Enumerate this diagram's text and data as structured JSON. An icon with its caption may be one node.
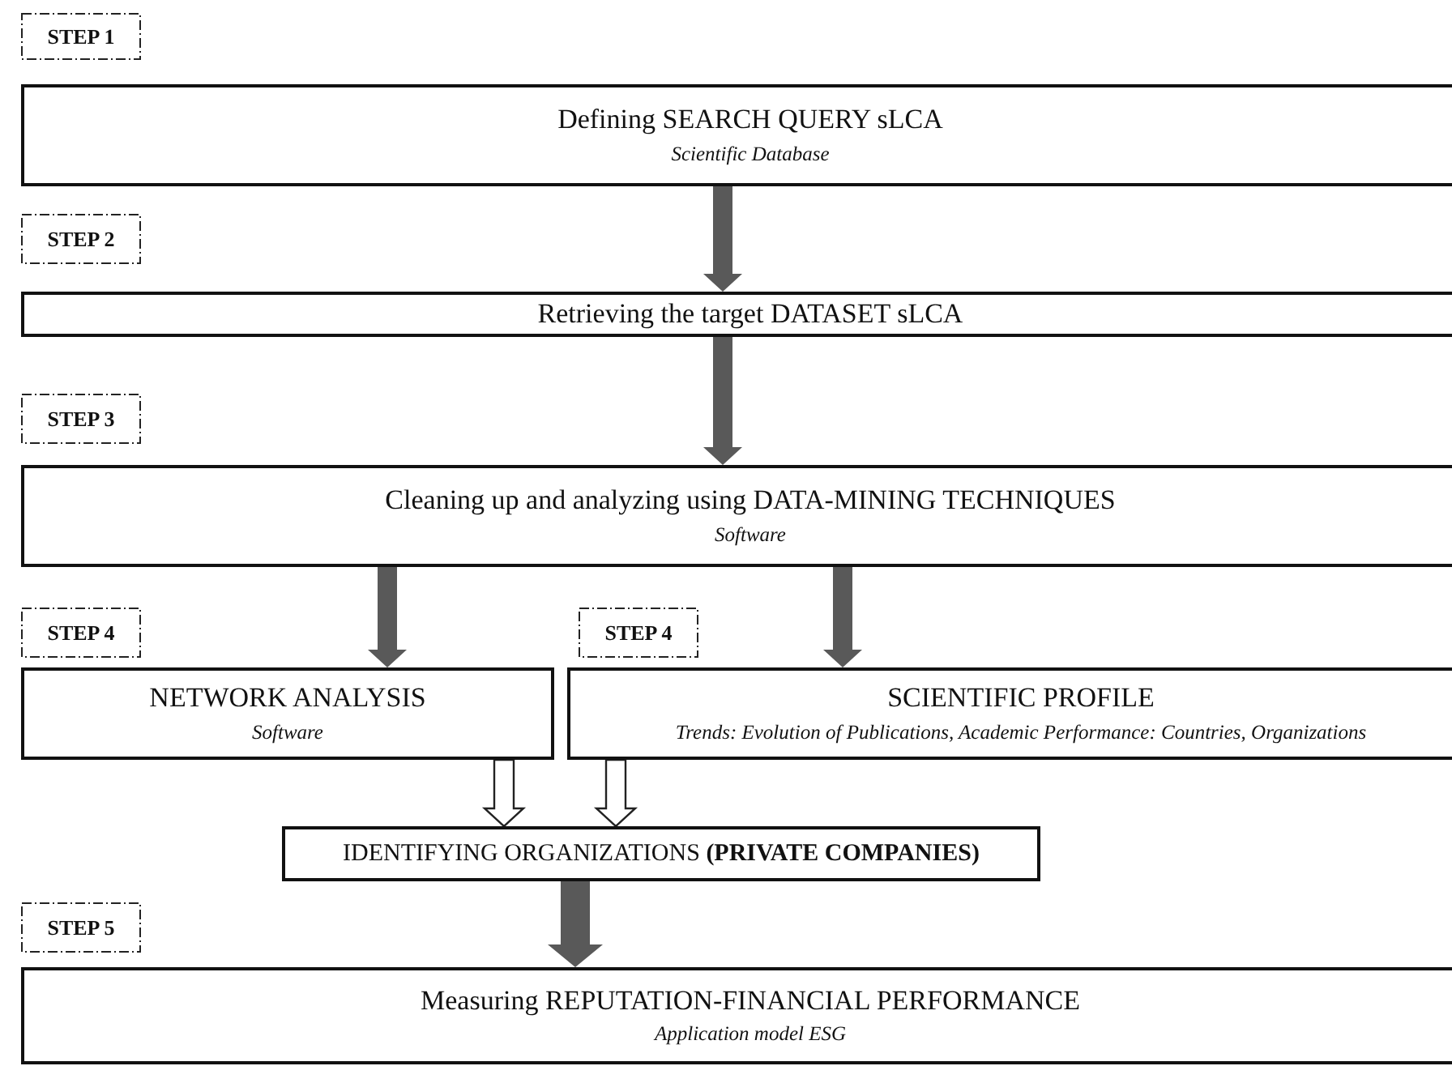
{
  "diagram": {
    "nodes": [
      {
        "text": [
          "STEP 1"
        ]
      },
      {
        "text": [
          "Defining SEARCH QUERY sLCA",
          "Scientific Database"
        ]
      },
      {
        "text": [
          "STEP 2"
        ]
      },
      {
        "text": [
          "Retrieving the target DATASET sLCA"
        ]
      },
      {
        "text": [
          "STEP 3"
        ]
      },
      {
        "text": [
          "Cleaning up and analyzing using DATA-MINING TECHNIQUES",
          "Software"
        ]
      },
      {
        "text": [
          "STEP 4"
        ]
      },
      {
        "text": [
          "STEP 4"
        ]
      },
      {
        "text": [
          "NETWORK ANALYSIS",
          "Software"
        ]
      },
      {
        "text": [
          "SCIENTIFIC PROFILE",
          "Trends: Evolution of Publications, Academic Performance: Countries, Organizations"
        ]
      },
      {
        "text": [
          "IDENTIFYING ORGANIZATIONS **(PRIVATE COMPANIES)**"
        ]
      },
      {
        "text": [
          "STEP 5"
        ]
      },
      {
        "text": [
          "Measuring REPUTATION-FINANCIAL PERFORMANCE",
          "Application model ESG"
        ]
      }
    ],
    "edges": [
      {
        "from": 1,
        "to": 3,
        "arrow": "to"
      },
      {
        "from": 3,
        "to": 5,
        "arrow": "to"
      },
      {
        "from": 5,
        "to": 8,
        "arrow": "to"
      },
      {
        "from": 5,
        "to": 9,
        "arrow": "to"
      },
      {
        "from": 8,
        "to": 10,
        "arrow": "to",
        "color": "#ffffff"
      },
      {
        "from": 9,
        "to": 10,
        "arrow": "to",
        "color": "#ffffff"
      },
      {
        "from": 10,
        "to": 12,
        "arrow": "to",
        "style": "thick"
      }
    ]
  }
}
